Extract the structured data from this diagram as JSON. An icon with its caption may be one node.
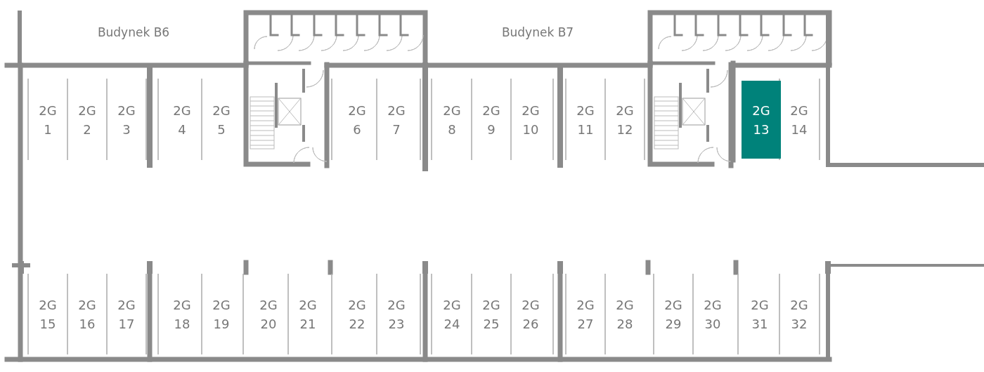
{
  "diagram": {
    "nodes": [
      {
        "text": [
          "2G 1"
        ]
      },
      {
        "text": [
          "2G 2"
        ]
      },
      {
        "text": [
          "2G 3"
        ]
      },
      {
        "text": [
          "2G 4"
        ]
      },
      {
        "text": [
          "2G 5"
        ]
      },
      {
        "text": [
          "2G 6"
        ]
      },
      {
        "text": [
          "2G 7"
        ]
      },
      {
        "text": [
          "2G 8"
        ]
      },
      {
        "text": [
          "2G 9"
        ]
      },
      {
        "text": [
          "2G 10"
        ]
      },
      {
        "text": [
          "2G 11"
        ]
      },
      {
        "text": [
          "2G 12"
        ]
      },
      {
        "text": [
          "2G 13"
        ]
      },
      {
        "text": [
          "2G 14"
        ]
      },
      {
        "text": [
          "2G 15"
        ]
      },
      {
        "text": [
          "2G 16"
        ]
      },
      {
        "text": [
          "2G 17"
        ]
      },
      {
        "text": [
          "2G 18"
        ]
      },
      {
        "text": [
          "2G 19"
        ]
      },
      {
        "text": [
          "2G 20"
        ]
      },
      {
        "text": [
          "2G 21"
        ]
      },
      {
        "text": [
          "2G 22"
        ]
      },
      {
        "text": [
          "2G 23"
        ]
      },
      {
        "text": [
          "2G 24"
        ]
      },
      {
        "text": [
          "2G 25"
        ]
      },
      {
        "text": [
          "2G 26"
        ]
      },
      {
        "text": [
          "2G 27"
        ]
      },
      {
        "text": [
          "2G 28"
        ]
      },
      {
        "text": [
          "2G 29"
        ]
      },
      {
        "text": [
          "2G 30"
        ]
      },
      {
        "text": [
          "2G 31"
        ]
      },
      {
        "text": [
          "2G 32"
        ]
      }
    ],
    "labels": [
      "Budynek B6",
      "Budynek B7"
    ]
  }
}
